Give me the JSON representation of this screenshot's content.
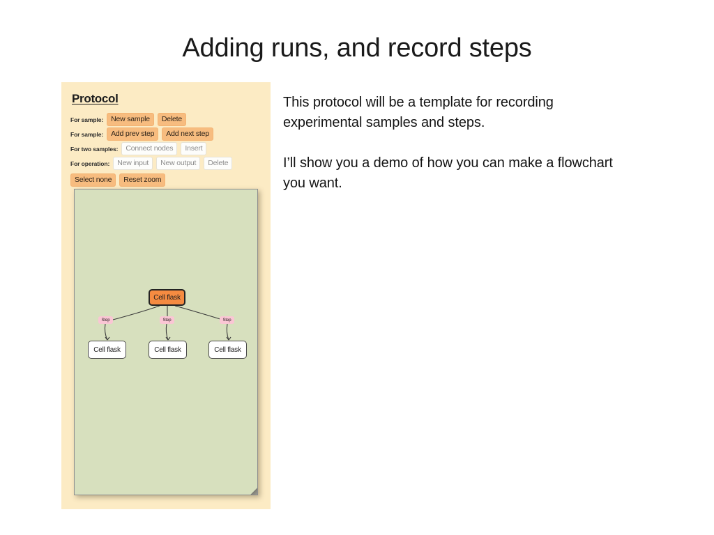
{
  "slide": {
    "title": "Adding runs, and record steps"
  },
  "app": {
    "heading": "Protocol",
    "toolbar_rows": [
      {
        "label": "For sample:",
        "buttons": [
          {
            "text": "New sample",
            "state": "enabled"
          },
          {
            "text": "Delete",
            "state": "enabled"
          }
        ]
      },
      {
        "label": "For sample:",
        "buttons": [
          {
            "text": "Add prev step",
            "state": "enabled"
          },
          {
            "text": "Add next step",
            "state": "enabled"
          }
        ]
      },
      {
        "label": "For two samples:",
        "buttons": [
          {
            "text": "Connect nodes",
            "state": "disabled"
          },
          {
            "text": "Insert",
            "state": "disabled"
          }
        ]
      },
      {
        "label": "For operation:",
        "buttons": [
          {
            "text": "New input",
            "state": "disabled"
          },
          {
            "text": "New output",
            "state": "disabled"
          },
          {
            "text": "Delete",
            "state": "disabled"
          }
        ]
      }
    ],
    "global_buttons": [
      {
        "text": "Select none",
        "state": "enabled"
      },
      {
        "text": "Reset zoom",
        "state": "enabled"
      }
    ],
    "graph": {
      "root_node": "Cell flask",
      "edge_labels": [
        "Step",
        "Step",
        "Step"
      ],
      "leaf_nodes": [
        "Cell flask",
        "Cell flask",
        "Cell flask"
      ]
    },
    "colors": {
      "panel_background": "#fcebc4",
      "canvas_background": "#d7e0be",
      "button_enabled": "#f7bc7f",
      "button_disabled": "#fdfdfb",
      "node_selected": "#f58b41",
      "node_default": "#ffffff",
      "step_label": "#fac6d4"
    }
  },
  "body": {
    "paragraphs": [
      "This protocol will be a template for recording experimental samples and steps.",
      "I’ll show you a demo of how you can make a flowchart you want."
    ]
  }
}
